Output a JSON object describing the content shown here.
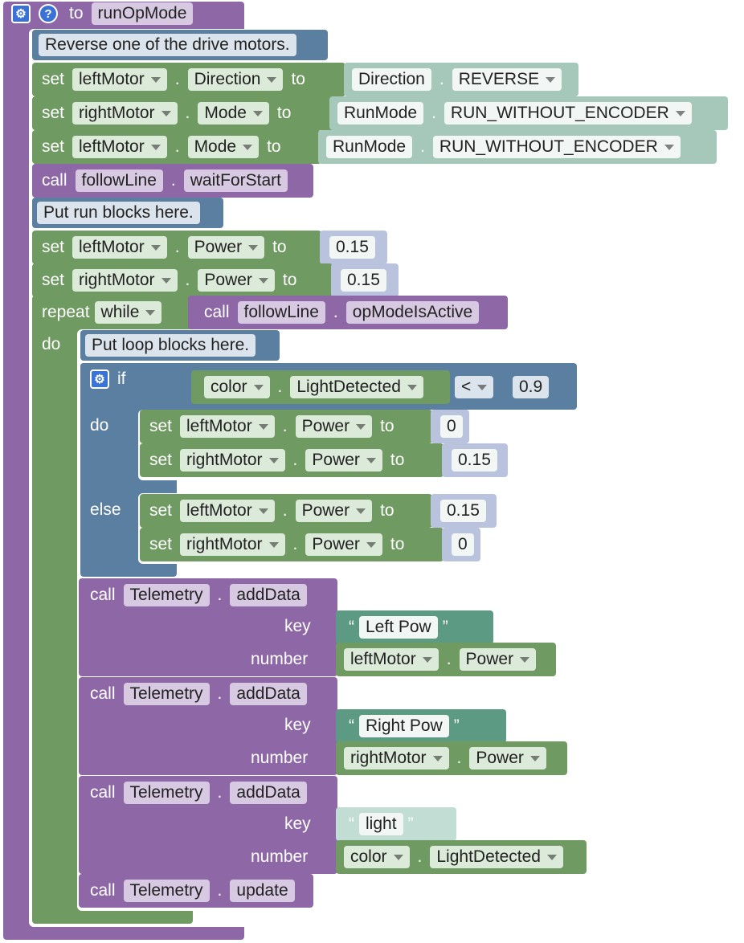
{
  "proc": {
    "to": "to",
    "name": "runOpMode"
  },
  "comments": {
    "c1": "Reverse one of the drive motors.",
    "c2": "Put run blocks here.",
    "c3": "Put loop blocks here."
  },
  "kw": {
    "set": "set",
    "to": "to",
    "call": "call",
    "dot": ".",
    "repeat": "repeat",
    "do": "do",
    "if": "if",
    "else": "else",
    "key": "key",
    "number": "number"
  },
  "motors": {
    "left": "leftMotor",
    "right": "rightMotor"
  },
  "props": {
    "direction": "Direction",
    "mode": "Mode",
    "power": "Power",
    "lightDetected": "LightDetected"
  },
  "enums": {
    "direction": "Direction",
    "reverse": "REVERSE",
    "runMode": "RunMode",
    "runWithoutEncoder": "RUN_WITHOUT_ENCODER"
  },
  "calls": {
    "followLine": "followLine",
    "waitForStart": "waitForStart",
    "opModeIsActive": "opModeIsActive",
    "telemetry": "Telemetry",
    "addData": "addData",
    "update": "update"
  },
  "loop": {
    "mode": "while"
  },
  "sensor": {
    "name": "color",
    "op": "<",
    "threshold": "0.9"
  },
  "values": {
    "p015": "0.15",
    "zero": "0"
  },
  "telemetry": {
    "key1": "Left Pow",
    "key2": "Right Pow",
    "key3": "light",
    "quote_open": "“",
    "quote_close": "”"
  },
  "colors": {
    "purple": "#8e68a6",
    "green": "#6f9a62",
    "blue": "#5b7fa0",
    "teal": "#5c9a84"
  }
}
